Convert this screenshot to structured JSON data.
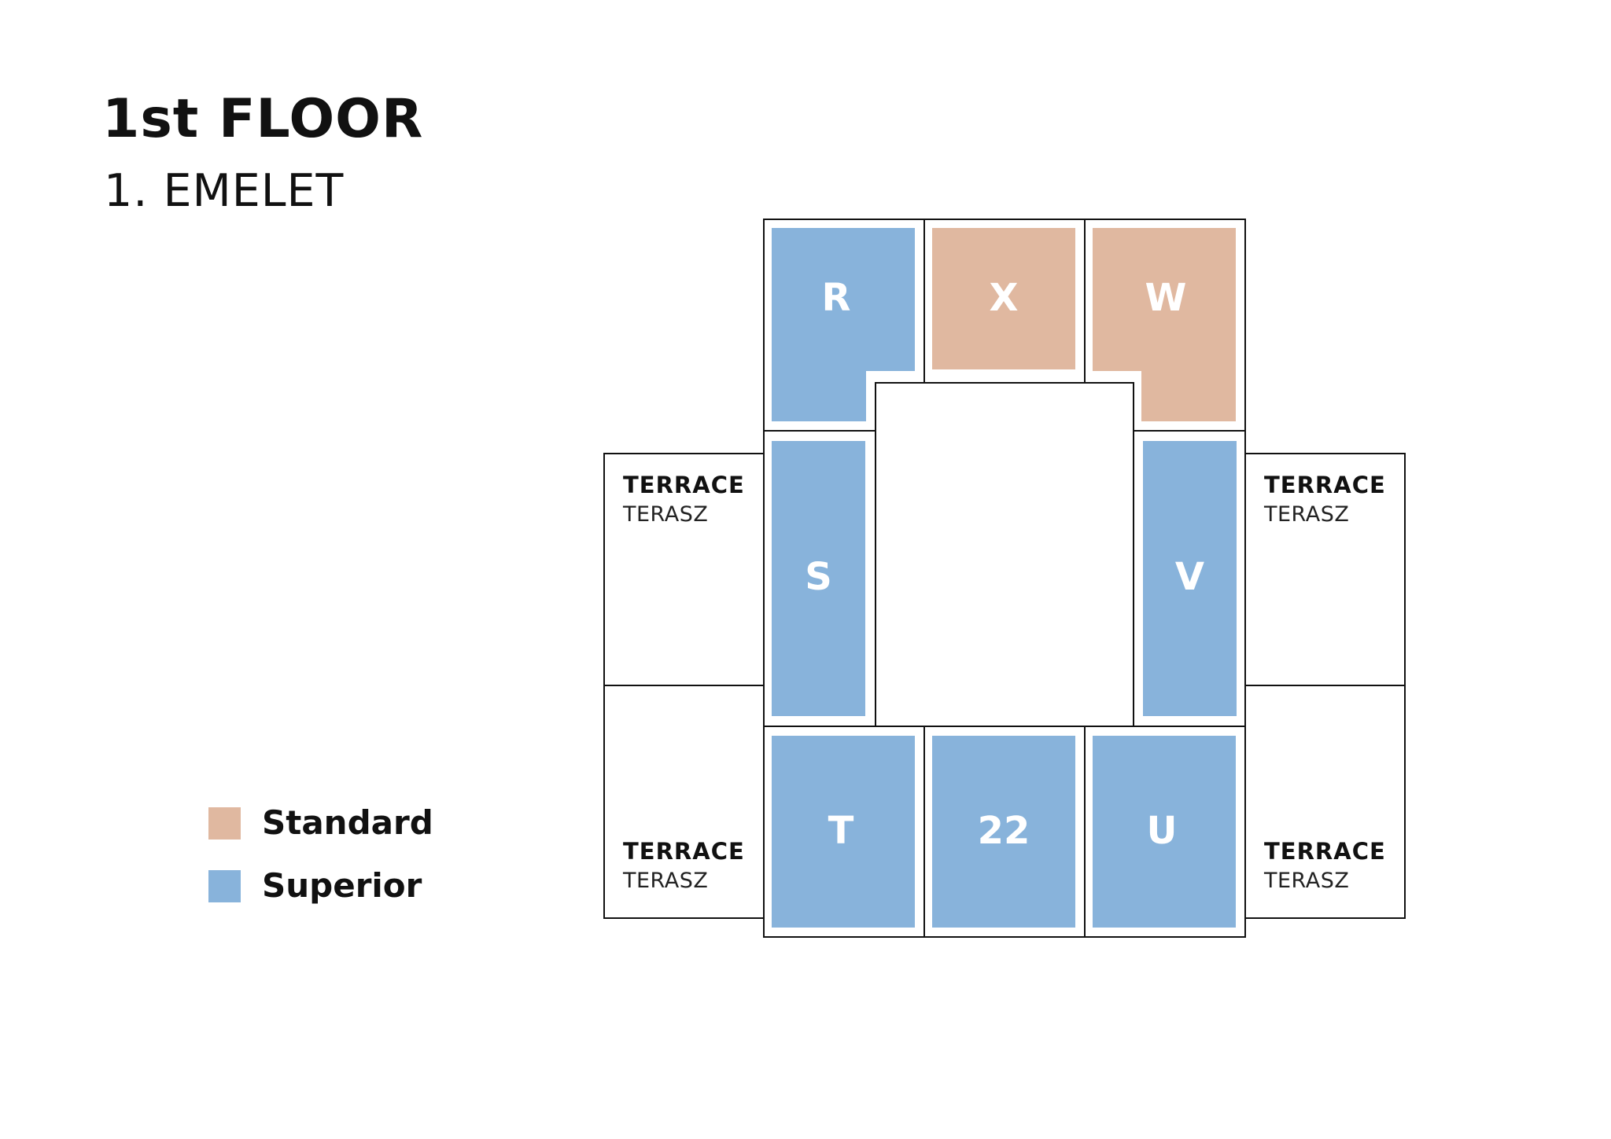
{
  "header": {
    "title": "1st FLOOR",
    "subtitle": "1. EMELET"
  },
  "colors": {
    "standard": "#e0b8a0",
    "superior": "#88b3db",
    "outline": "#111111",
    "room_label": "#ffffff"
  },
  "legend": {
    "items": [
      {
        "label": "Standard",
        "color": "#e0b8a0"
      },
      {
        "label": "Superior",
        "color": "#88b3db"
      }
    ]
  },
  "rooms": {
    "R": {
      "label": "R",
      "category": "Superior"
    },
    "X": {
      "label": "X",
      "category": "Standard"
    },
    "W": {
      "label": "W",
      "category": "Standard"
    },
    "S": {
      "label": "S",
      "category": "Superior"
    },
    "V": {
      "label": "V",
      "category": "Superior"
    },
    "T": {
      "label": "T",
      "category": "Superior"
    },
    "22": {
      "label": "22",
      "category": "Superior"
    },
    "U": {
      "label": "U",
      "category": "Superior"
    }
  },
  "terraces": {
    "left_top": {
      "en": "TERRACE",
      "hu": "TERASZ"
    },
    "left_bottom": {
      "en": "TERRACE",
      "hu": "TERASZ"
    },
    "right_top": {
      "en": "TERRACE",
      "hu": "TERASZ"
    },
    "right_bottom": {
      "en": "TERRACE",
      "hu": "TERASZ"
    }
  }
}
